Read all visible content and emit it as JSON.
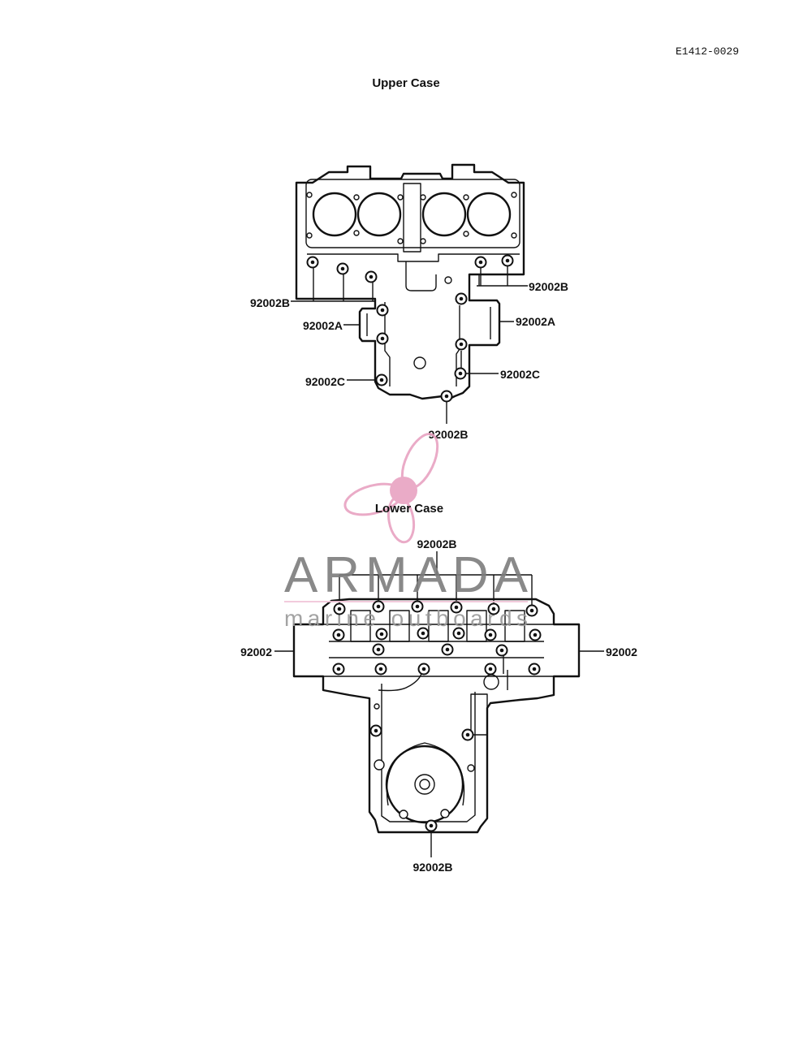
{
  "doc_code": "E1412-0029",
  "upper_case": {
    "title": "Upper Case",
    "callouts": {
      "left_top": "92002B",
      "left_middle": "92002A",
      "left_bottom": "92002C",
      "right_top": "92002B",
      "right_middle": "92002A",
      "right_bottom": "92002C",
      "bottom": "92002B"
    }
  },
  "lower_case": {
    "title": "Lower Case",
    "callouts": {
      "top": "92002B",
      "left": "92002",
      "right": "92002",
      "bottom": "92002B"
    }
  },
  "watermark": {
    "brand": "ARMADA",
    "tagline": "marine outboards",
    "colors": {
      "logo": "#e8a3c2",
      "text": "#7d7d7d"
    }
  }
}
